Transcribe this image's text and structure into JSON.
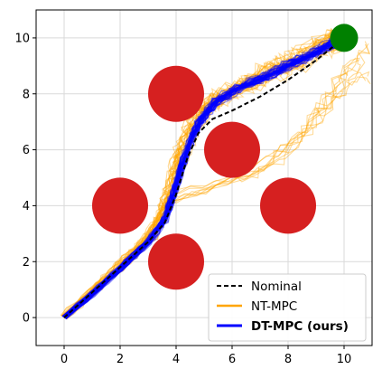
{
  "chart_data": {
    "type": "line",
    "xlim": [
      -1,
      11
    ],
    "ylim": [
      -1,
      11
    ],
    "x_ticks": [
      0,
      2,
      4,
      6,
      8,
      10
    ],
    "y_ticks": [
      0,
      2,
      4,
      6,
      8,
      10
    ],
    "x_tick_labels": [
      "0",
      "2",
      "4",
      "6",
      "8",
      "10"
    ],
    "y_tick_labels": [
      "0",
      "2",
      "4",
      "6",
      "8",
      "10"
    ],
    "grid": true,
    "legend_position": "bottom-right",
    "start": [
      0,
      0
    ],
    "goal": {
      "center": [
        10,
        10
      ],
      "radius": 0.5,
      "color": "#008000"
    },
    "obstacles": [
      {
        "center": [
          4,
          8
        ],
        "radius": 1.0,
        "color": "#d62020"
      },
      {
        "center": [
          6,
          6
        ],
        "radius": 1.0,
        "color": "#d62020"
      },
      {
        "center": [
          2,
          4
        ],
        "radius": 1.0,
        "color": "#d62020"
      },
      {
        "center": [
          8,
          4
        ],
        "radius": 1.0,
        "color": "#d62020"
      },
      {
        "center": [
          4,
          2
        ],
        "radius": 1.0,
        "color": "#d62020"
      }
    ],
    "series": [
      {
        "name": "Nominal",
        "color": "#000000",
        "style": "dashed",
        "points": [
          [
            0,
            0
          ],
          [
            1,
            0.9
          ],
          [
            2,
            1.8
          ],
          [
            3,
            2.7
          ],
          [
            3.6,
            3.4
          ],
          [
            4,
            4.4
          ],
          [
            4.4,
            5.7
          ],
          [
            4.8,
            6.6
          ],
          [
            5.3,
            7.1
          ],
          [
            6,
            7.4
          ],
          [
            7,
            7.9
          ],
          [
            8,
            8.5
          ],
          [
            9,
            9.2
          ],
          [
            10,
            10
          ]
        ]
      },
      {
        "name": "NT-MPC",
        "color": "#ffa500",
        "style": "solid",
        "points": [
          [
            0,
            0
          ],
          [
            1,
            0.9
          ],
          [
            2,
            1.8
          ],
          [
            3,
            2.8
          ],
          [
            3.5,
            3.6
          ],
          [
            3.8,
            4.5
          ],
          [
            4.1,
            5.6
          ],
          [
            4.5,
            6.6
          ],
          [
            5.0,
            7.4
          ],
          [
            5.6,
            7.9
          ],
          [
            6.5,
            8.3
          ],
          [
            7.5,
            8.8
          ],
          [
            8.5,
            9.3
          ],
          [
            9.5,
            9.8
          ],
          [
            10,
            10
          ]
        ]
      },
      {
        "name": "DT-MPC (ours)",
        "color": "#0000ff",
        "style": "solid",
        "bold_label": true,
        "points": [
          [
            0,
            0
          ],
          [
            1,
            0.85
          ],
          [
            2,
            1.75
          ],
          [
            3,
            2.7
          ],
          [
            3.6,
            3.5
          ],
          [
            3.9,
            4.4
          ],
          [
            4.2,
            5.4
          ],
          [
            4.5,
            6.3
          ],
          [
            4.9,
            7.1
          ],
          [
            5.4,
            7.7
          ],
          [
            6.2,
            8.2
          ],
          [
            7.2,
            8.6
          ],
          [
            8.2,
            9.1
          ],
          [
            9.2,
            9.6
          ],
          [
            10,
            10
          ]
        ]
      }
    ],
    "nt_outlier_runs": [
      {
        "points": [
          [
            3.6,
            4.1
          ],
          [
            5,
            4.5
          ],
          [
            6.5,
            5.0
          ],
          [
            7.7,
            5.6
          ],
          [
            8.7,
            6.6
          ],
          [
            9.4,
            7.6
          ],
          [
            9.9,
            8.6
          ],
          [
            10.5,
            9.3
          ]
        ]
      },
      {
        "points": [
          [
            3.6,
            4.1
          ],
          [
            5.2,
            4.6
          ],
          [
            6.8,
            5.2
          ],
          [
            7.9,
            6.0
          ],
          [
            8.8,
            6.9
          ],
          [
            9.5,
            7.9
          ],
          [
            10.2,
            8.4
          ],
          [
            10.9,
            8.6
          ]
        ]
      },
      {
        "points": [
          [
            3.8,
            4.4
          ],
          [
            5.4,
            4.8
          ],
          [
            7.0,
            5.4
          ],
          [
            8.2,
            6.3
          ],
          [
            9.0,
            7.3
          ],
          [
            9.7,
            8.2
          ],
          [
            10.4,
            8.9
          ],
          [
            10.8,
            9.8
          ]
        ]
      }
    ]
  }
}
